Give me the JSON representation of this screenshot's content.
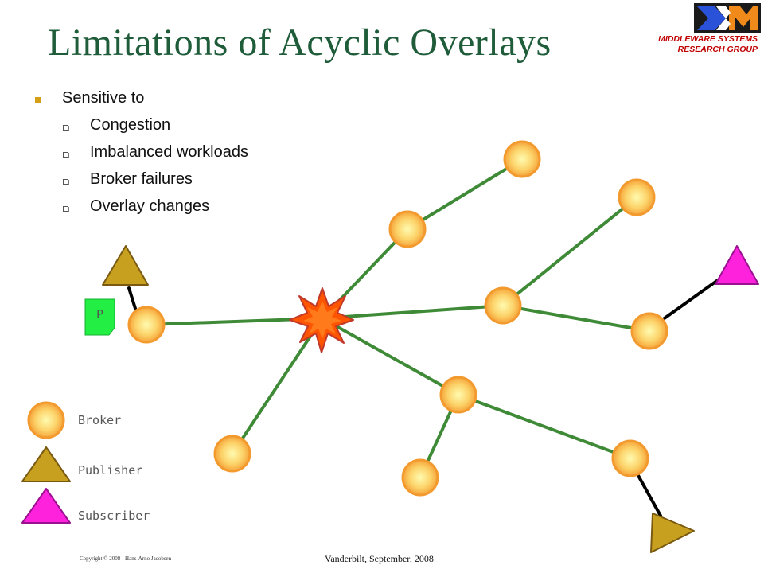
{
  "slide": {
    "title": "Limitations of Acyclic Overlays",
    "logo": {
      "line1": "MIDDLEWARE SYSTEMS",
      "line2": "RESEARCH GROUP"
    }
  },
  "bullets": {
    "main": "Sensitive to",
    "sub": [
      "Congestion",
      "Imbalanced workloads",
      "Broker failures",
      "Overlay changes"
    ]
  },
  "diagram": {
    "publication_label": "P",
    "legend": {
      "broker": "Broker",
      "publisher": "Publisher",
      "subscriber": "Subscriber"
    },
    "colors": {
      "edge": "#3f8a37",
      "client_edge": "#000000",
      "broker": "#f5a43a",
      "publisher": "#c8a020",
      "subscriber": "#ff22dd",
      "failure": "#ff5500",
      "publication": "#22ee44"
    }
  },
  "footer": {
    "copyright": "Copyright © 2008 - Hans-Arno Jacobsen",
    "venue": "Vanderbilt, September, 2008"
  }
}
